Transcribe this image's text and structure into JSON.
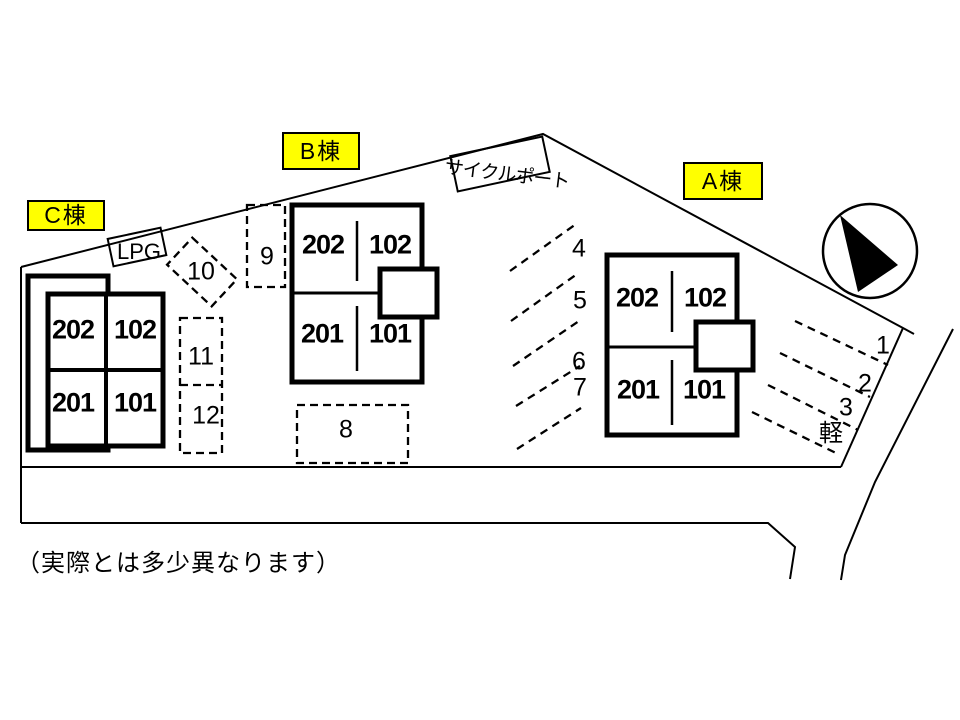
{
  "labels": {
    "building_a": "A棟",
    "building_b": "B棟",
    "building_c": "C棟",
    "lpg": "LPG",
    "cycle_port": "サイクルポート",
    "note": "（実際とは多少異なります）"
  },
  "buildings": {
    "a": {
      "name": "A棟",
      "units": [
        "202",
        "102",
        "201",
        "101"
      ]
    },
    "b": {
      "name": "B棟",
      "units": [
        "202",
        "102",
        "201",
        "101"
      ]
    },
    "c": {
      "name": "C棟",
      "units": [
        "202",
        "102",
        "201",
        "101"
      ]
    }
  },
  "parking": {
    "p1": "1",
    "p2": "2",
    "p3": "3",
    "p_kei": "軽",
    "p4": "4",
    "p5": "5",
    "p6": "6",
    "p7": "7",
    "p8": "8",
    "p9": "9",
    "p10": "10",
    "p11": "11",
    "p12": "12"
  },
  "colors": {
    "highlight": "#ffff00",
    "line": "#000000",
    "background": "#ffffff"
  }
}
